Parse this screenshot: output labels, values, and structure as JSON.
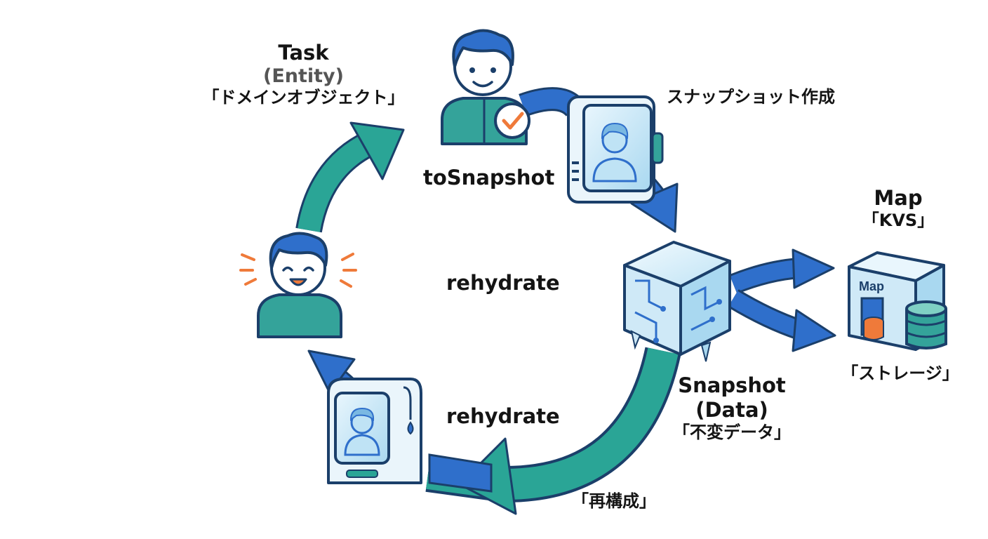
{
  "entity": {
    "title": "Task",
    "subtitle": "(Entity)",
    "caption": "「ドメインオブジェクト」"
  },
  "snapshot_create": {
    "caption": "スナップショット作成",
    "method": "toSnapshot"
  },
  "rehydrate": {
    "center_label": "rehydrate",
    "lower_label": "rehydrate",
    "caption": "「再構成」"
  },
  "map": {
    "title": "Map",
    "subtitle": "「KVS」",
    "building_sign": "Map",
    "caption": "「ストレージ」"
  },
  "snapshot_data": {
    "title": "Snapshot",
    "subtitle": "(Data)",
    "caption": "「不変データ」"
  },
  "colors": {
    "blue_arrow": "#2f6fcb",
    "teal_arrow": "#2aa596",
    "outline": "#1b3f6a",
    "shirt": "#34a39a",
    "hair": "#2f6fcb",
    "skin": "#ffffff",
    "ice": "#cfe9f7",
    "accent_orange": "#ef7a3a"
  }
}
